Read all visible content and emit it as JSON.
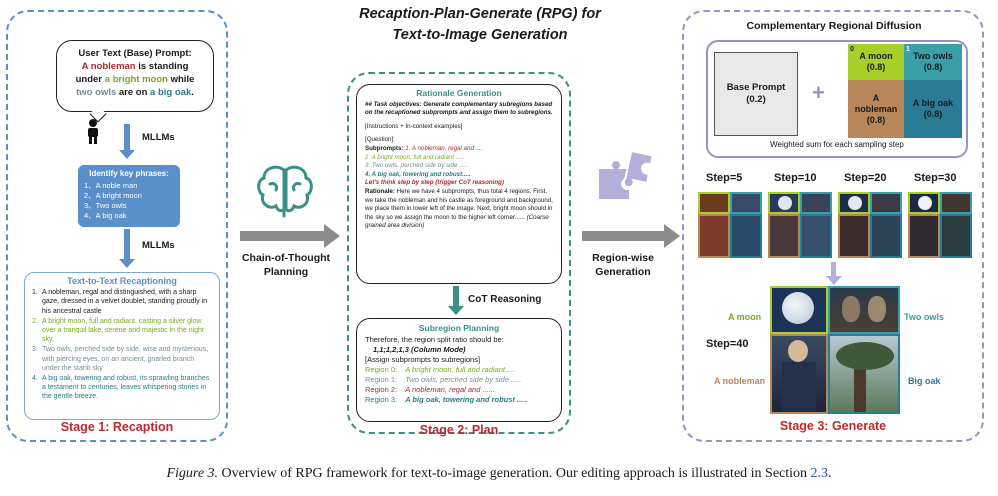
{
  "title_line1": "Recaption-Plan-Generate (RPG) for",
  "title_line2": "Text-to-Image Generation",
  "stage1": {
    "label": "Stage 1: Recaption",
    "prompt_header": "User Text (Base) Prompt:",
    "prompt_parts": [
      "A nobleman",
      " is standing",
      "under ",
      "a bright moon",
      " while",
      "two owls",
      " are on ",
      "a big oak",
      "."
    ],
    "mllm1": "MLLMs",
    "mllm2": "MLLMs",
    "key_header": "Identify key phrases:",
    "key_items": [
      "1、A noble man",
      "2、A bright moon",
      "3、Two owls",
      "4、A big oak"
    ],
    "recap_header": "Text-to-Text Recaptioning",
    "recap_items": [
      {
        "n": "1.",
        "text": "A nobleman, regal and distinguished, with a sharp gaze, dressed in a velvet doublet, standing proudly in his ancestral castle"
      },
      {
        "n": "2.",
        "text": "A bright moon, full and radiant, casting a silver glow over a tranquil lake, serene and majestic in the night sky."
      },
      {
        "n": "3.",
        "text": "Two owls, perched side by side, wise and mysterious, with piercing eyes, on an ancient, gnarled branch under the starlit sky"
      },
      {
        "n": "4.",
        "text": "A big oak, towering and robust, its sprawling branches a testament to centuries, leaves whispering stories in the gentle breeze."
      }
    ]
  },
  "cot_planning": "Chain-of-Thought\nPlanning",
  "stage2": {
    "label": "Stage 2: Plan",
    "rationale_header": "Rationale Generation",
    "task": "## Task objectives: Generate complementary subregions based on the recaptioned subprompts and assign them to subregions.",
    "instructions": "[Instructions + In-context examples]",
    "question": "[Question]:",
    "subprompts_label": "Subprompts:",
    "sub1": " 1. A nobleman, regal and ....",
    "sub2": "2. A bright moon, full and radiant .....",
    "sub3": "3. Two owls, perched side by side .....",
    "sub4": "4. A big oak, towering and robust.....",
    "cot_trigger": "Let's think step by step (trigger CoT reasoning)",
    "rationale_label": "Rationale:",
    "rationale_text": " Here we have 4 subprompts, thus total 4 regions. First, we take the nobleman and his castle as foreground and background, we place them in lower left of the image. Next, bright moon should in the sky so we assign the moon to the higher left corner...... ",
    "rationale_note": "(Coarse grained area division)",
    "cot_reasoning": "CoT Reasoning",
    "subregion_header": "Subregion Planning",
    "ratio_text": "Therefore, the region split ratio should be:",
    "ratio_value": "1,1;1,2,1,3  (Column Mode)",
    "assign": "[Assign subprompts to subregions]",
    "regions": [
      {
        "label": "Region 0:",
        "text": "A bright moon, full and  radiant....."
      },
      {
        "label": "Region 1:",
        "text": "Two owls, perched side by side ....."
      },
      {
        "label": "Region 2:",
        "text": "A nobleman, regal and ......"
      },
      {
        "label": "Region 3:",
        "text": "A big oak, towering and robust ....."
      }
    ]
  },
  "regionwise": "Region-wise\nGeneration",
  "stage3": {
    "label": "Stage 3: Generate",
    "comp_header": "Complementary Regional Diffusion",
    "base_prompt": "Base Prompt",
    "base_weight": "(0.2)",
    "plus": "+",
    "regions": [
      {
        "idx": "0",
        "name": "A moon",
        "weight": "(0.8)"
      },
      {
        "idx": "1",
        "name": "Two owls",
        "weight": "(0.8)"
      },
      {
        "idx": "",
        "name": "A\nnobleman",
        "weight": "(0.8)"
      },
      {
        "idx": "",
        "name": "A big oak",
        "weight": "(0.8)"
      }
    ],
    "weighted": "Weighted sum for each sampling step",
    "steps": [
      "Step=5",
      "Step=10",
      "Step=20",
      "Step=30"
    ],
    "step_final": "Step=40",
    "final_labels": {
      "moon": "A moon",
      "owls": "Two owls",
      "noble": "A nobleman",
      "oak": "Big oak"
    }
  },
  "caption": {
    "fig": "Figure 3.",
    "text": " Overview of RPG framework for text-to-image generation. Our editing approach is illustrated in Section ",
    "ref": "2.3",
    "end": "."
  },
  "colors": {
    "blue": "#5b8fc9",
    "teal": "#3a8f86",
    "purple": "#9a92c6",
    "moon_green": "#a7cf2a",
    "owl_teal": "#3aa0a8",
    "noble_brown": "#b8865a",
    "oak_teal": "#2a7c94"
  }
}
